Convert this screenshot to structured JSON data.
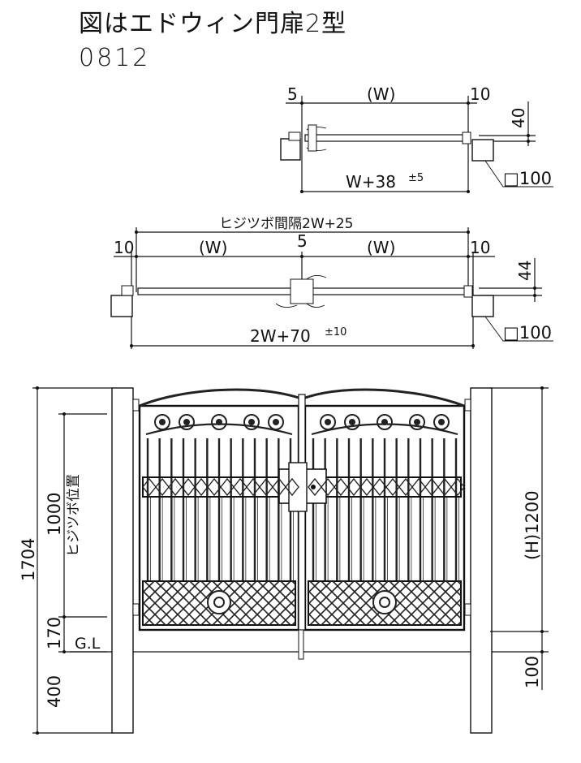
{
  "header": {
    "title": "図はエドウィン門扉2型",
    "code": "0812"
  },
  "plan_single": {
    "gap_left": "5",
    "width": "(W)",
    "gap_right": "10",
    "depth": "40",
    "total_label": "W+38",
    "total_tol": "±5",
    "post_size": "□100"
  },
  "plan_double": {
    "hinge_pitch": "ヒジツボ間隔2W+25",
    "gap_left": "10",
    "width_left": "(W)",
    "gap_center": "5",
    "width_right": "(W)",
    "gap_right": "10",
    "depth": "44",
    "total_label": "2W+70",
    "total_tol": "±10",
    "post_size": "□100"
  },
  "elevation": {
    "total_height": "1704",
    "hinge_height": "1000",
    "hinge_label": "ヒジツボ位置",
    "bottom_gap": "170",
    "ground_label": "G.L",
    "embed_depth": "400",
    "gate_height": "(H)1200",
    "clearance": "100"
  }
}
